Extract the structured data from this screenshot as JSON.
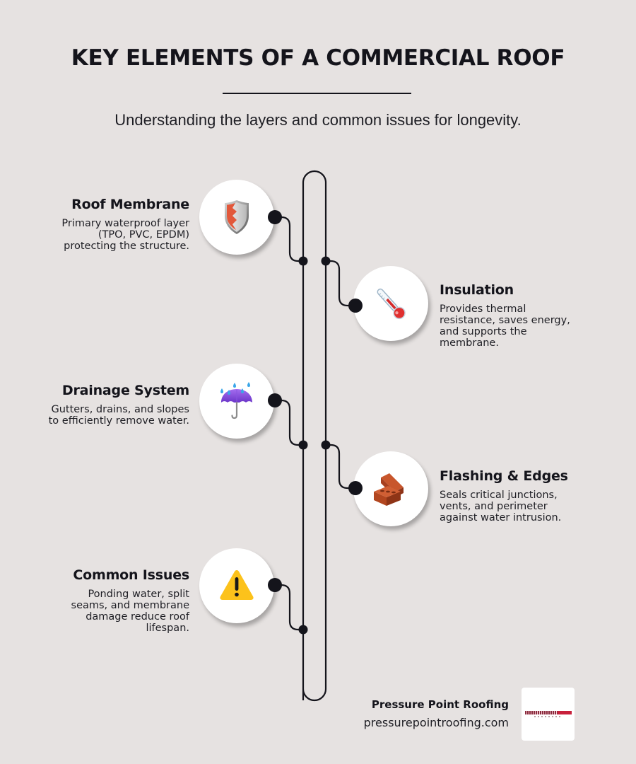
{
  "header": {
    "title": "KEY ELEMENTS OF A COMMERCIAL ROOF",
    "subtitle": "Understanding the layers and common issues for longevity."
  },
  "elements": [
    {
      "title": "Roof Membrane",
      "description": "Primary waterproof layer (TPO, PVC, EPDM) protecting the structure.",
      "description_lines": [
        "Primary waterproof layer",
        "(TPO, PVC, EPDM)",
        "protecting the structure."
      ],
      "icon": "shield-icon",
      "side": "left"
    },
    {
      "title": "Insulation",
      "description": "Provides thermal resistance, saves energy, and supports the membrane.",
      "description_lines": [
        "Provides thermal",
        "resistance, saves energy,",
        "and supports the",
        "membrane."
      ],
      "icon": "thermometer-icon",
      "side": "right"
    },
    {
      "title": "Drainage System",
      "description": "Gutters, drains, and slopes to efficiently remove water.",
      "description_lines": [
        "Gutters, drains, and slopes",
        "to efficiently remove water."
      ],
      "icon": "umbrella-rain-icon",
      "side": "left"
    },
    {
      "title": "Flashing & Edges",
      "description": "Seals critical junctions, vents, and perimeter against water intrusion.",
      "description_lines": [
        "Seals critical junctions,",
        "vents, and perimeter",
        "against water intrusion."
      ],
      "icon": "bricks-icon",
      "side": "right"
    },
    {
      "title": "Common Issues",
      "description": "Ponding water, split seams, and membrane damage reduce roof lifespan.",
      "description_lines": [
        "Ponding water, split",
        "seams, and membrane",
        "damage reduce roof",
        "lifespan."
      ],
      "icon": "warning-icon",
      "side": "left"
    }
  ],
  "footer": {
    "company": "Pressure Point Roofing",
    "website": "pressurepointroofing.com"
  },
  "colors": {
    "background": "#e6e2e1",
    "text": "#14141b",
    "line": "#14141b",
    "node_fill": "#ffffff",
    "logo_red": "#c8203b"
  }
}
